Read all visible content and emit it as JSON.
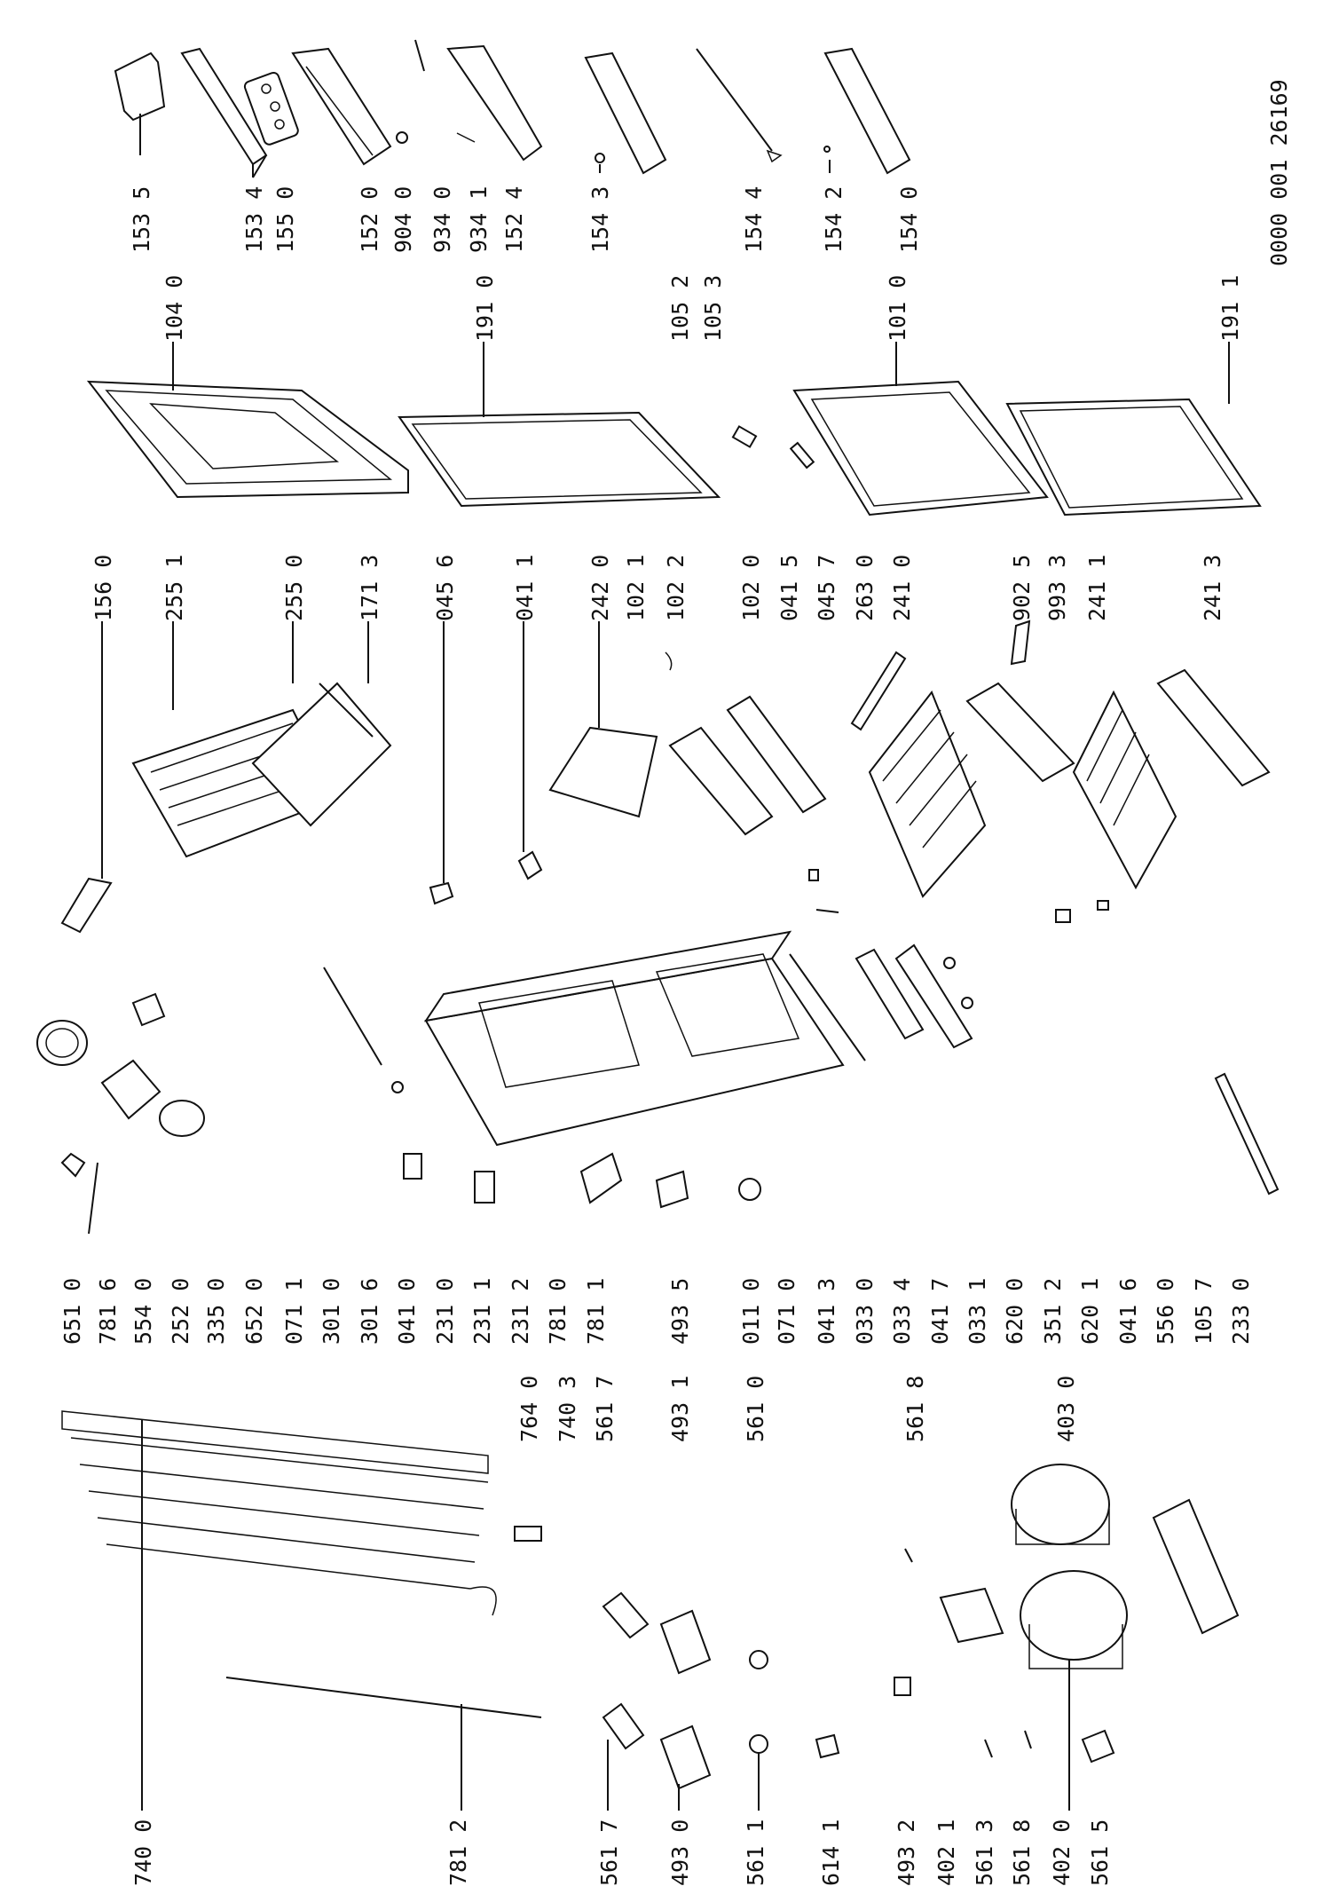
{
  "document_code": "0000 001 26169",
  "labels": {
    "p153_5": "153 5",
    "p153_4": "153 4",
    "p155_0": "155 0",
    "p152_0": "152 0",
    "p904_0": "904 0",
    "p934_0": "934 0",
    "p934_1": "934 1",
    "p152_4": "152 4",
    "p154_3": "154 3",
    "p154_4": "154 4",
    "p154_2": "154 2",
    "p154_0": "154 0",
    "p104_0": "104 0",
    "p191_0": "191 0",
    "p105_2": "105 2",
    "p105_3": "105 3",
    "p101_0": "101 0",
    "p191_1": "191 1",
    "p156_0": "156 0",
    "p255_1": "255 1",
    "p255_0": "255 0",
    "p171_3": "171 3",
    "p045_6": "045 6",
    "p041_1": "041 1",
    "p242_0": "242 0",
    "p102_1": "102 1",
    "p102_2": "102 2",
    "p102_0": "102 0",
    "p041_5": "041 5",
    "p045_7": "045 7",
    "p263_0": "263 0",
    "p241_0": "241 0",
    "p902_5": "902 5",
    "p993_3": "993 3",
    "p241_1": "241 1",
    "p241_3": "241 3",
    "p651_0": "651 0",
    "p781_6": "781 6",
    "p554_0": "554 0",
    "p252_0": "252 0",
    "p335_0": "335 0",
    "p652_0": "652 0",
    "p071_1": "071 1",
    "p301_0": "301 0",
    "p301_6": "301 6",
    "p041_0": "041 0",
    "p231_0": "231 0",
    "p231_1": "231 1",
    "p231_2": "231 2",
    "p781_0": "781 0",
    "p781_1": "781 1",
    "p493_5": "493 5",
    "p011_0": "011 0",
    "p071_0": "071 0",
    "p041_3": "041 3",
    "p033_0": "033 0",
    "p033_4": "033 4",
    "p041_7": "041 7",
    "p033_1": "033 1",
    "p620_0": "620 0",
    "p351_2": "351 2",
    "p620_1": "620 1",
    "p041_6": "041 6",
    "p556_0": "556 0",
    "p105_7": "105 7",
    "p233_0": "233 0",
    "p764_0": "764 0",
    "p740_3": "740 3",
    "p561_7a": "561 7",
    "p493_1": "493 1",
    "p561_0": "561 0",
    "p561_8a": "561 8",
    "p403_0": "403 0",
    "p740_0": "740 0",
    "p781_2": "781 2",
    "p561_7b": "561 7",
    "p493_0": "493 0",
    "p561_1": "561 1",
    "p614_1": "614 1",
    "p493_2": "493 2",
    "p402_1": "402 1",
    "p561_3": "561 3",
    "p561_8b": "561 8",
    "p402_0": "402 0",
    "p561_5": "561 5"
  }
}
